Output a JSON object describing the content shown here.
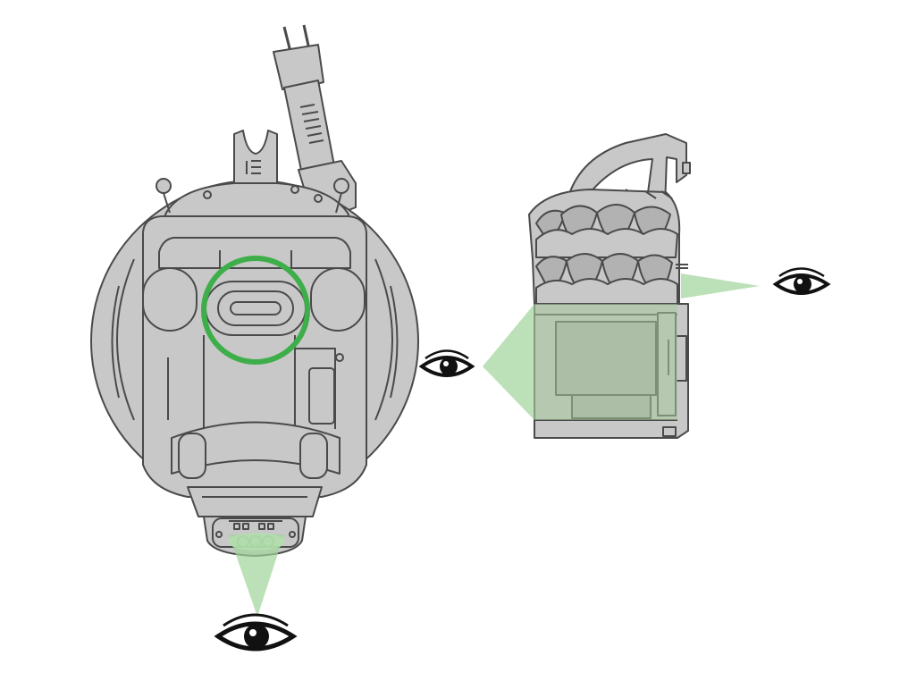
{
  "diagram": {
    "subject": "vacuum-cyclone-inspection",
    "views": [
      {
        "id": "main-body-rear-view",
        "component": "main-body"
      },
      {
        "id": "cyclone-side-view",
        "component": "cyclone-assembly"
      }
    ],
    "highlights": [
      {
        "id": "filter-port-ring",
        "shape": "circle"
      },
      {
        "id": "cable-connector-check",
        "shape": "cone"
      },
      {
        "id": "cyclone-shroud-check",
        "shape": "cone"
      },
      {
        "id": "cyclone-lower-bin-check",
        "shape": "cone"
      }
    ],
    "eyes": [
      {
        "id": "eye-bottom",
        "looks": "up"
      },
      {
        "id": "eye-middle",
        "looks": "right"
      },
      {
        "id": "eye-right",
        "looks": "left"
      }
    ]
  },
  "colors": {
    "background": "#ffffff",
    "body_fill": "#c8c8c8",
    "body_fill_dark": "#b2b2b2",
    "outline": "#4a4a4a",
    "highlight_ring": "#3dae49",
    "view_cone": "#9fd49a",
    "cyclone_bin_tint": "#a7c89a",
    "eye": "#111111"
  }
}
